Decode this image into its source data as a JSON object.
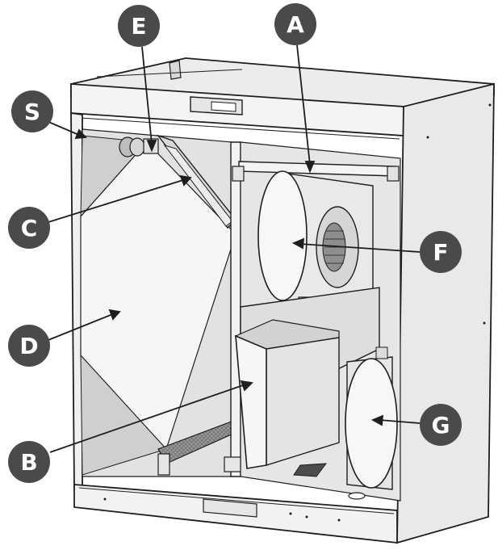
{
  "callouts": [
    {
      "id": "A",
      "label": "A"
    },
    {
      "id": "B",
      "label": "B"
    },
    {
      "id": "C",
      "label": "C"
    },
    {
      "id": "D",
      "label": "D"
    },
    {
      "id": "E",
      "label": "E"
    },
    {
      "id": "F",
      "label": "F"
    },
    {
      "id": "G",
      "label": "G"
    },
    {
      "id": "S",
      "label": "S"
    }
  ],
  "colors": {
    "callout_fill": "#4a4a4a",
    "panel_light": "#efefef",
    "panel_mid": "#dcdcdc",
    "panel_dark": "#c4c4c4",
    "outline": "#1e1e1e"
  }
}
